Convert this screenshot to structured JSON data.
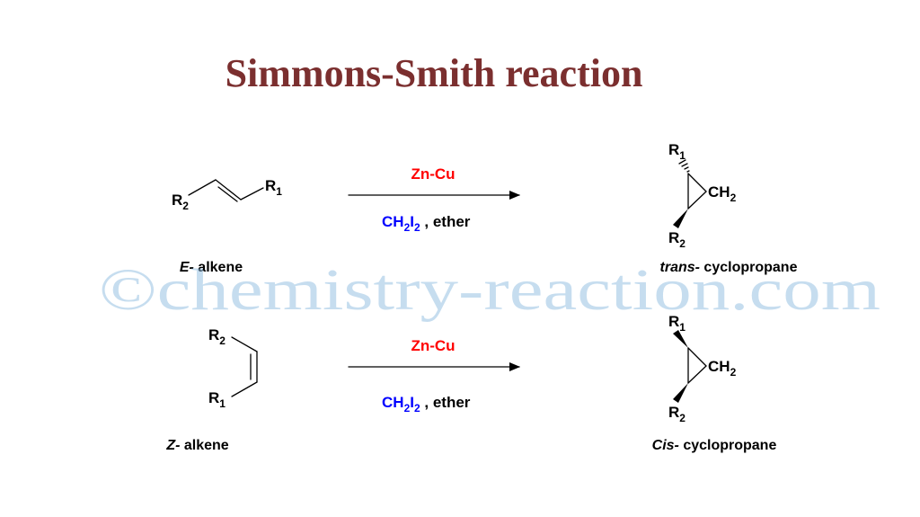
{
  "title": "Simmons-Smith reaction",
  "watermark": "©chemistry-reaction.com",
  "colors": {
    "title": "#7b2f2f",
    "reagent_top": "#ff0000",
    "reagent_bottom": "#0000ff",
    "ch2": "#0000ff",
    "watermark": "#8fbce0"
  },
  "symbols": {
    "R": "R",
    "sub1": "1",
    "sub2": "2",
    "CH": "CH"
  },
  "reactions": [
    {
      "reagent_top": "Zn-Cu",
      "reagent_bottom": {
        "ch": "CH",
        "sub_a": "2",
        "i": "I",
        "sub_b": "2",
        "rest": " , ether"
      },
      "reactant_caption": {
        "italic": "E-",
        "rest": " alkene"
      },
      "product_caption": {
        "italic": "trans-",
        "rest": " cyclopropane"
      }
    },
    {
      "reagent_top": "Zn-Cu",
      "reagent_bottom": {
        "ch": "CH",
        "sub_a": "2",
        "i": "I",
        "sub_b": "2",
        "rest": " , ether"
      },
      "reactant_caption": {
        "italic": "Z-",
        "rest": " alkene"
      },
      "product_caption": {
        "italic": "Cis-",
        "rest": " cyclopropane"
      }
    }
  ]
}
